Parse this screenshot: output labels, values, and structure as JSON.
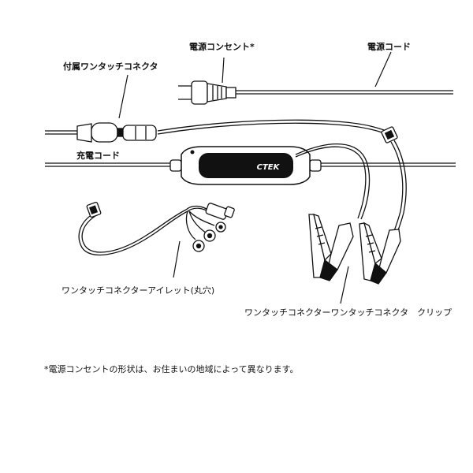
{
  "labels": {
    "power_plug": "電源コンセント*",
    "power_cord": "電源コード",
    "included_connector": "付属ワンタッチコネクタ",
    "charge_cord": "充電コード",
    "eyelet_connector": "ワンタッチコネクターアイレット(丸穴)",
    "clip_connector": "ワンタッチコネクターワンタッチコネクタ　クリップ"
  },
  "footnote": "*電源コンセントの形状は、お住まいの地域によって異なります。",
  "device": {
    "brand_logo": "CTEK"
  }
}
